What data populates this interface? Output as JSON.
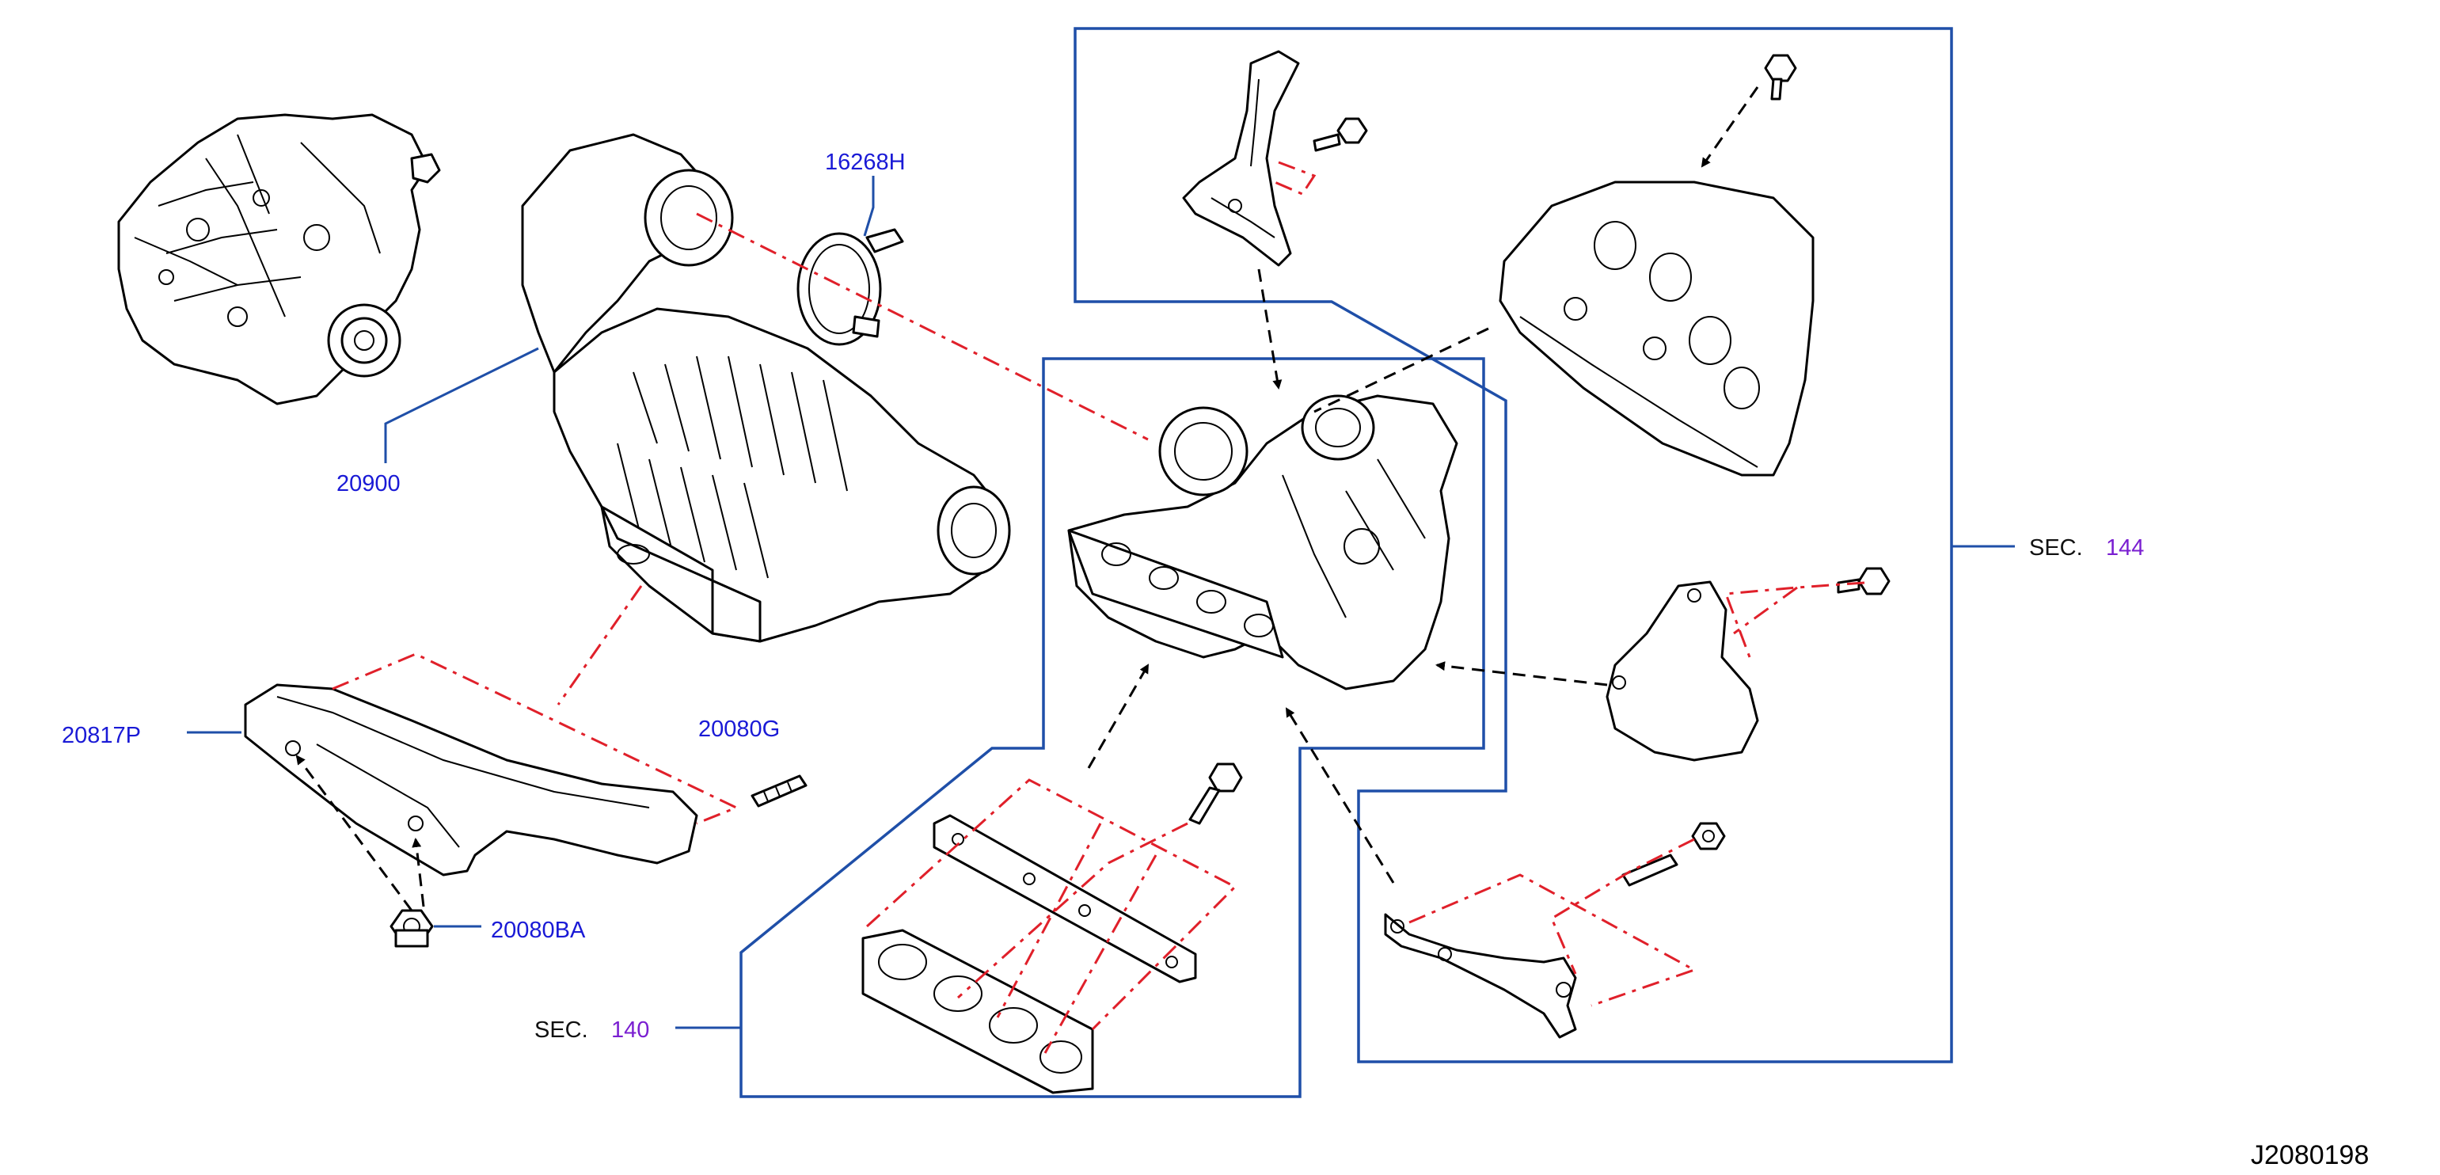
{
  "labels": {
    "p16268H": "16268H",
    "p20900": "20900",
    "p20817P": "20817P",
    "p20080G": "20080G",
    "p20080BA": "20080BA"
  },
  "sections": {
    "sec144_prefix": "SEC.",
    "sec144_number": "144",
    "sec140_prefix": "SEC.",
    "sec140_number": "140"
  },
  "diagram_ref": "J2080198",
  "colors": {
    "part_number": "#1a1ad6",
    "section_number": "#7a1fd1",
    "leader_line": "#1f4fa8",
    "dash_dot_line": "#e0202a"
  }
}
